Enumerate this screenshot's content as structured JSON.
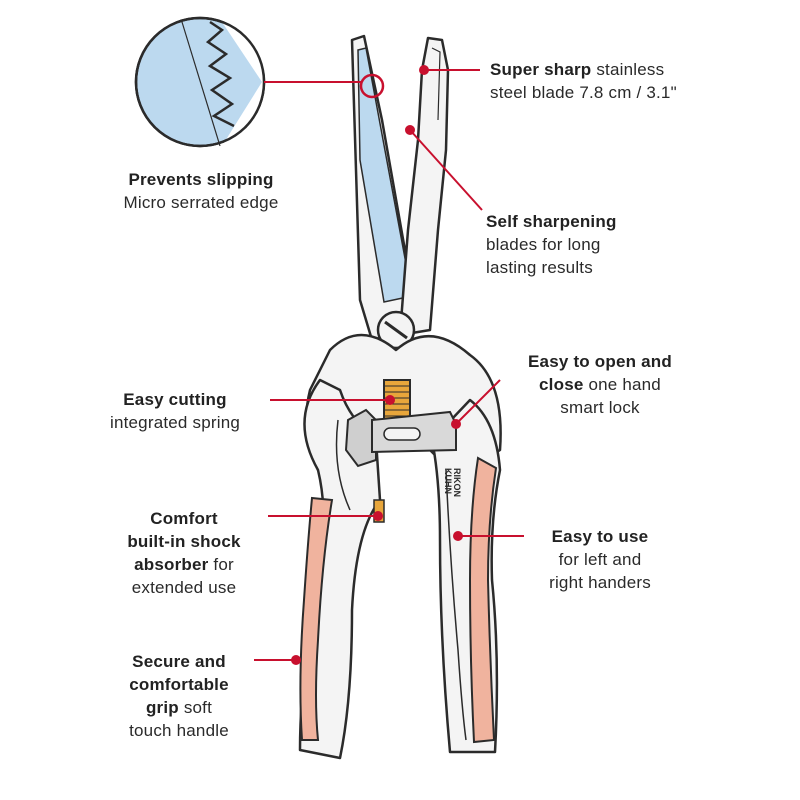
{
  "colors": {
    "outline": "#2b2b2b",
    "metal": "#f4f4f4",
    "blade_tint": "#bcd9ef",
    "grip": "#f0b39e",
    "accent": "#c8102e",
    "spring": "#e8a63b",
    "lock": "#d9d9d9"
  },
  "brand": {
    "line1": "KUHN",
    "line2": "RIKON"
  },
  "callouts": {
    "super_sharp": {
      "bold": "Super sharp",
      "rest": " stainless",
      "line2": "steel blade 7.8 cm / 3.1\""
    },
    "prevents_slipping": {
      "bold": "Prevents slipping",
      "line2": "Micro serrated edge"
    },
    "self_sharpening": {
      "bold": "Self sharpening",
      "line2": "blades for long",
      "line3": "lasting results"
    },
    "easy_open": {
      "bold": "Easy to open and",
      "bold2": "close",
      "rest": " one hand",
      "line3": "smart lock"
    },
    "easy_cutting": {
      "bold": "Easy cutting",
      "line2": "integrated spring"
    },
    "comfort": {
      "bold": "Comfort",
      "bold2": "built-in shock",
      "bold3": "absorber",
      "rest": " for",
      "line4": "extended use"
    },
    "easy_use": {
      "bold": "Easy to use",
      "line2": "for left and",
      "line3": "right handers"
    },
    "secure_grip": {
      "bold": "Secure and",
      "bold2": "comfortable",
      "bold3": "grip",
      "rest": " soft",
      "line4": "touch handle"
    }
  }
}
